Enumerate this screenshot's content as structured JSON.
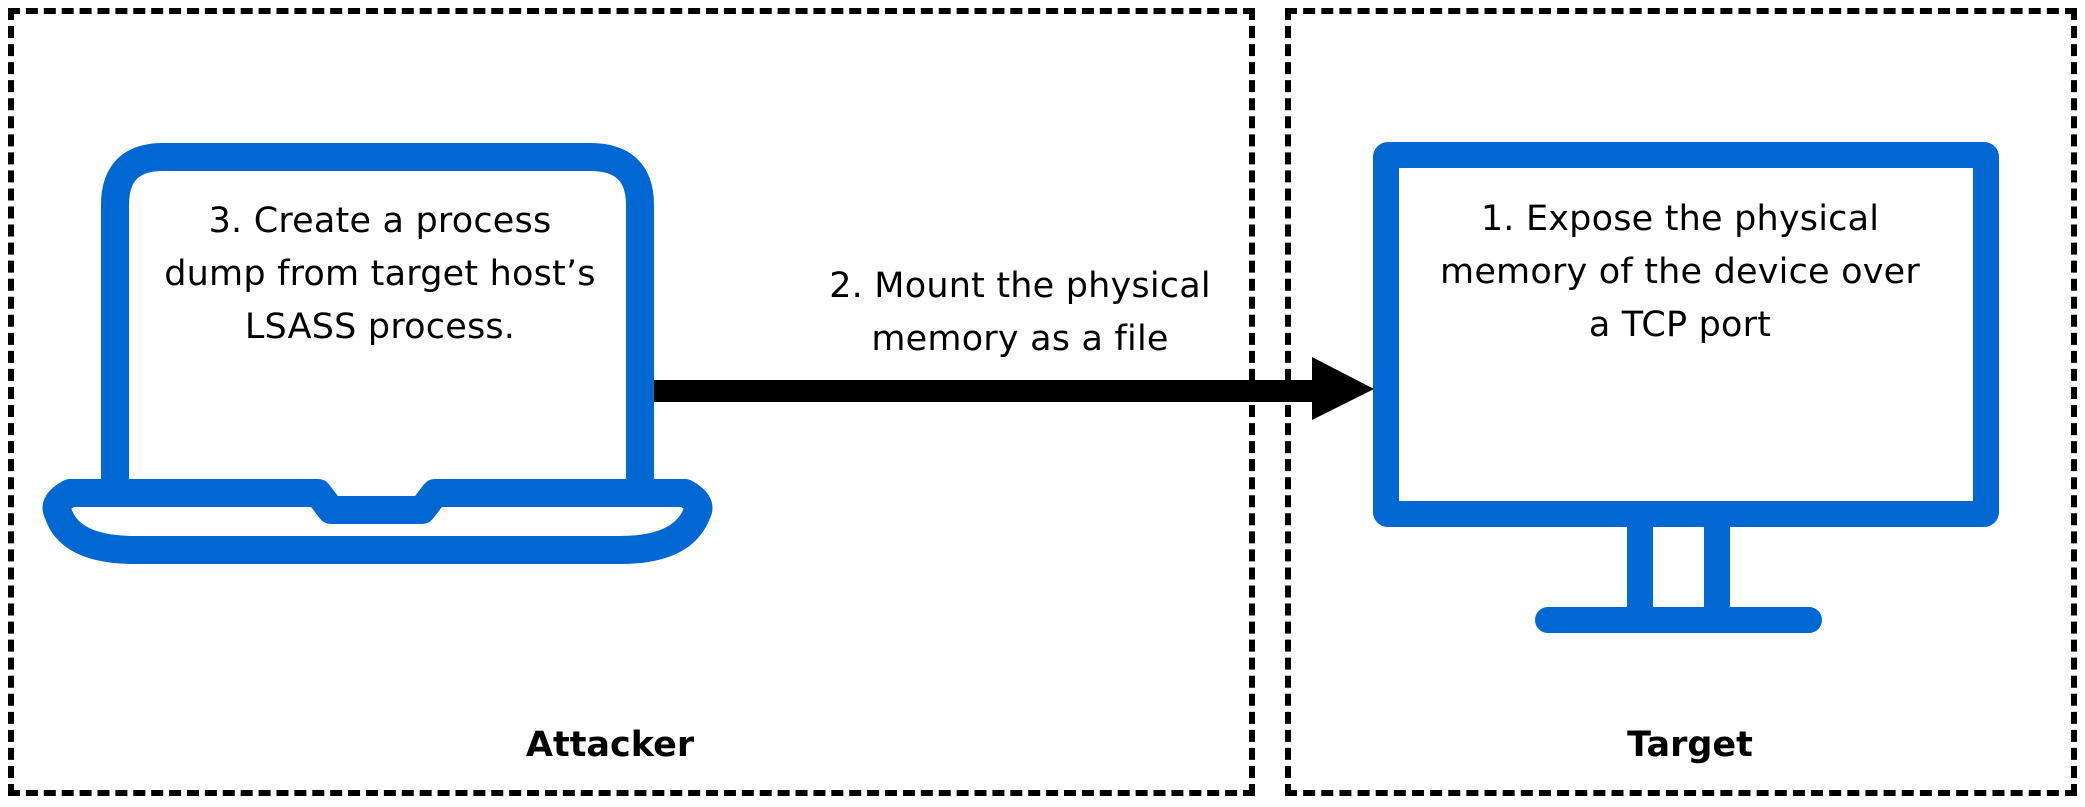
{
  "steps": {
    "step1": "1. Expose the physical memory of the device over a TCP port",
    "step2": "2. Mount the physical memory as a file",
    "step3": "3. Create a process dump from target host’s LSASS process."
  },
  "zones": {
    "attacker": "Attacker",
    "target": "Target"
  },
  "icons": {
    "attacker_device": "laptop-icon",
    "target_device": "monitor-icon",
    "connection": "arrow-right-icon"
  },
  "colors": {
    "icon_blue": "#0067d3",
    "line": "#000000",
    "background": "#ffffff"
  }
}
